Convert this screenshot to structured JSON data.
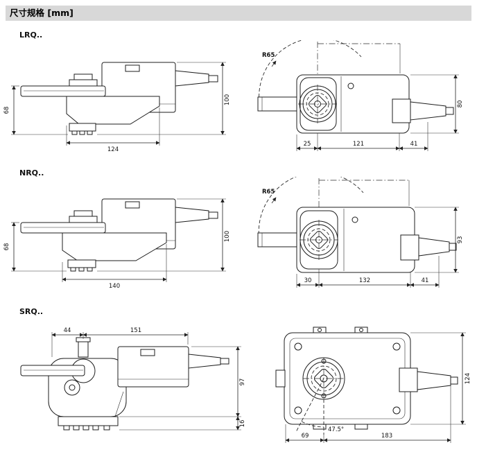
{
  "header": {
    "title": "尺寸规格 [mm]"
  },
  "sections": [
    {
      "label": "LRQ..",
      "side": {
        "height": "68",
        "width": "124",
        "total_height": "100"
      },
      "top": {
        "radius": "R65",
        "height": "80",
        "seg1": "25",
        "seg2": "121",
        "seg3": "41"
      }
    },
    {
      "label": "NRQ..",
      "side": {
        "height": "68",
        "width": "140",
        "total_height": "100"
      },
      "top": {
        "radius": "R65",
        "height": "93",
        "seg1": "30",
        "seg2": "132",
        "seg3": "41"
      }
    },
    {
      "label": "SRQ..",
      "side": {
        "seg1": "44",
        "seg2": "151",
        "height": "97",
        "base_height": "16"
      },
      "top": {
        "height": "124",
        "seg1": "69",
        "angle": "47.5°",
        "seg2": "183"
      }
    }
  ]
}
